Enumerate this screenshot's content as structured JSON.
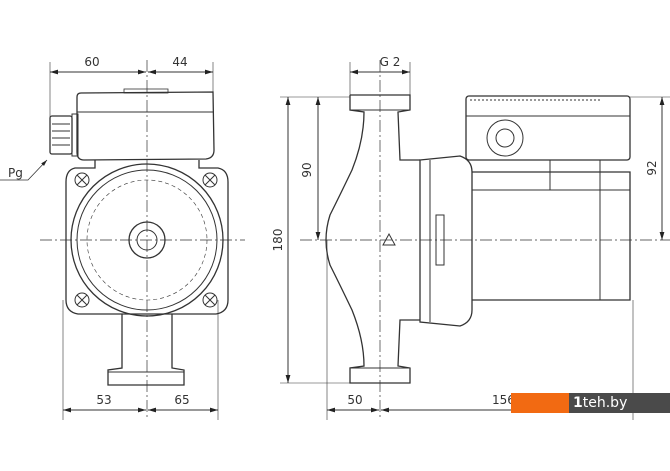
{
  "dimensions": {
    "left_view": {
      "top_left": "60",
      "top_right": "44",
      "bottom_left": "53",
      "bottom_right": "65",
      "cable_gland": "Pg"
    },
    "side_view": {
      "thread": "G 2",
      "overall_height": "180",
      "half_height": "90",
      "motor_height": "92",
      "flange_offset": "50",
      "motor_length": "156"
    }
  },
  "watermark": {
    "mark": "1",
    "text": "teh.by"
  },
  "colors": {
    "line": "#333333",
    "watermark_orange": "#f26a12",
    "watermark_gray": "#4a4a4a"
  }
}
